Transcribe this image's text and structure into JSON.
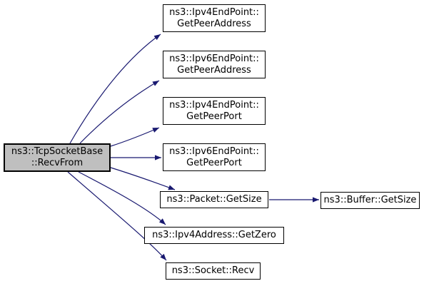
{
  "graph": {
    "type": "doxygen-call-graph",
    "colors": {
      "background": "#ffffff",
      "edge": "#191970",
      "node_border": "#000000",
      "node_fill": "#ffffff",
      "main_node_fill": "#bfbfbf",
      "text": "#000000"
    },
    "main_node": {
      "label": "ns3::TcpSocketBase::RecvFrom",
      "line1": "ns3::TcpSocketBase",
      "line2": "::RecvFrom"
    },
    "callees": [
      {
        "label": "ns3::Ipv4EndPoint::GetPeerAddress",
        "line1": "ns3::Ipv4EndPoint::",
        "line2": "GetPeerAddress"
      },
      {
        "label": "ns3::Ipv6EndPoint::GetPeerAddress",
        "line1": "ns3::Ipv6EndPoint::",
        "line2": "GetPeerAddress"
      },
      {
        "label": "ns3::Ipv4EndPoint::GetPeerPort",
        "line1": "ns3::Ipv4EndPoint::",
        "line2": "GetPeerPort"
      },
      {
        "label": "ns3::Ipv6EndPoint::GetPeerPort",
        "line1": "ns3::Ipv6EndPoint::",
        "line2": "GetPeerPort"
      },
      {
        "label": "ns3::Packet::GetSize"
      },
      {
        "label": "ns3::Ipv4Address::GetZero"
      },
      {
        "label": "ns3::Socket::Recv"
      }
    ],
    "secondary_node": {
      "label": "ns3::Buffer::GetSize"
    },
    "edges": [
      {
        "from": "ns3::TcpSocketBase::RecvFrom",
        "to": "ns3::Ipv4EndPoint::GetPeerAddress"
      },
      {
        "from": "ns3::TcpSocketBase::RecvFrom",
        "to": "ns3::Ipv6EndPoint::GetPeerAddress"
      },
      {
        "from": "ns3::TcpSocketBase::RecvFrom",
        "to": "ns3::Ipv4EndPoint::GetPeerPort"
      },
      {
        "from": "ns3::TcpSocketBase::RecvFrom",
        "to": "ns3::Ipv6EndPoint::GetPeerPort"
      },
      {
        "from": "ns3::TcpSocketBase::RecvFrom",
        "to": "ns3::Packet::GetSize"
      },
      {
        "from": "ns3::TcpSocketBase::RecvFrom",
        "to": "ns3::Ipv4Address::GetZero"
      },
      {
        "from": "ns3::TcpSocketBase::RecvFrom",
        "to": "ns3::Socket::Recv"
      },
      {
        "from": "ns3::Packet::GetSize",
        "to": "ns3::Buffer::GetSize"
      }
    ]
  }
}
